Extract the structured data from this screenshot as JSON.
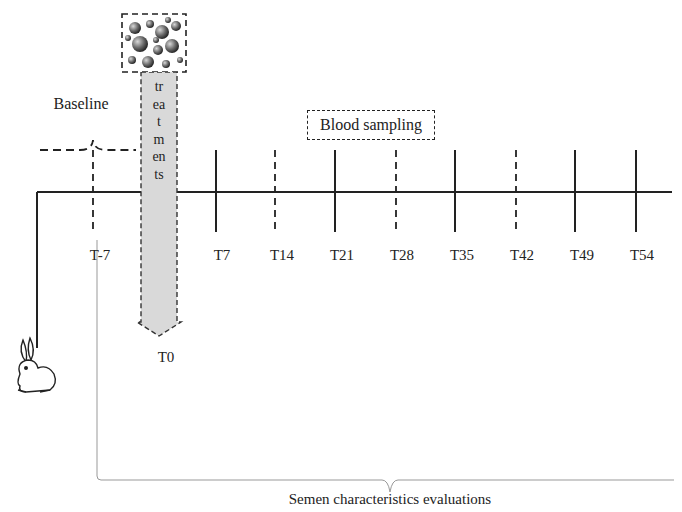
{
  "diagram": {
    "nodes": [
      {
        "text": [
          "treatments"
        ]
      },
      {
        "text": [
          "Blood sampling"
        ]
      }
    ],
    "labels": [
      "Baseline",
      "T-7",
      "T7",
      "T14",
      "T21",
      "T28",
      "T35",
      "T42",
      "T49",
      "T54",
      "T0",
      "Semen characteristics evaluations"
    ]
  }
}
